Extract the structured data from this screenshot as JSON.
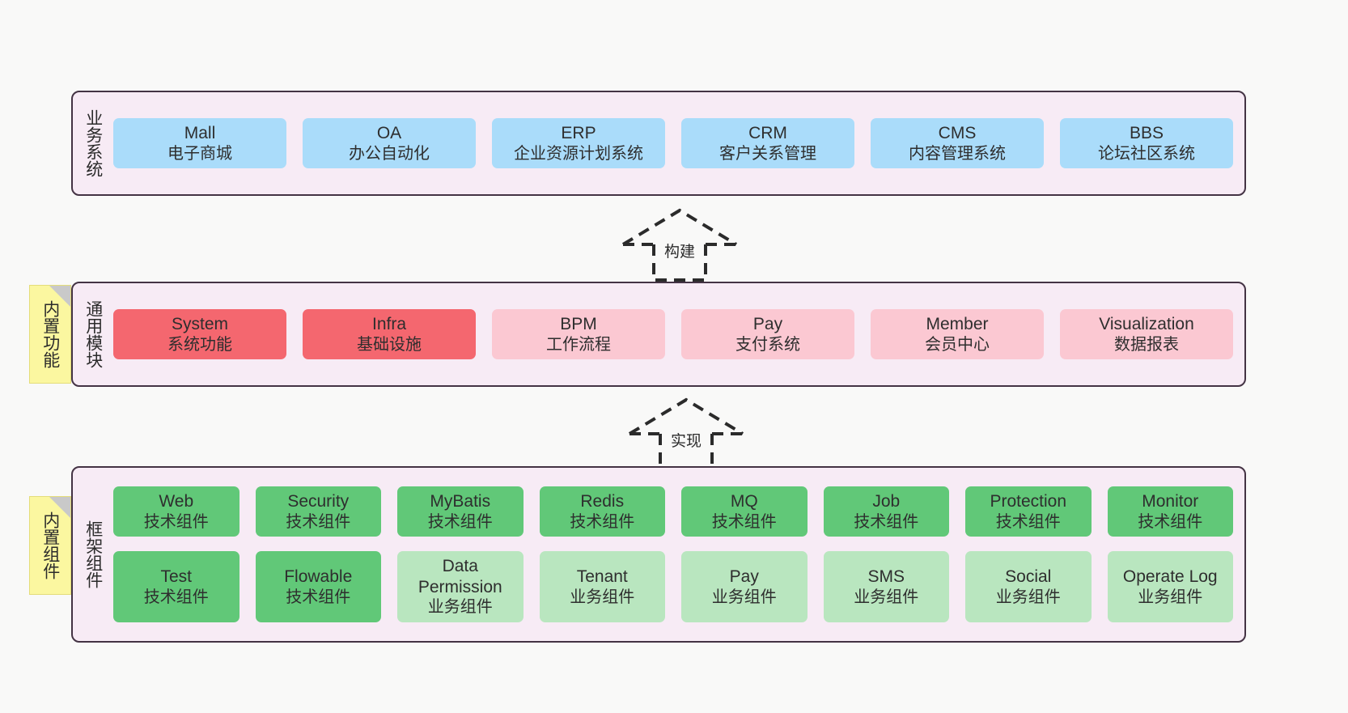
{
  "theme": {
    "background": "#f9f9f8",
    "layer_background": "#f7ebf5",
    "layer_border": "#443344",
    "sticky_background": "#fbf7a0",
    "color_blue": "#aadcfa",
    "color_red": "#f4676f",
    "color_pink": "#fbc8d2",
    "color_green": "#61c878",
    "color_light_green": "#b9e6bf"
  },
  "layers": {
    "business": {
      "title": "业务系统",
      "nodes": [
        {
          "title": "Mall",
          "sub": "电子商城"
        },
        {
          "title": "OA",
          "sub": "办公自动化"
        },
        {
          "title": "ERP",
          "sub": "企业资源计划系统"
        },
        {
          "title": "CRM",
          "sub": "客户关系管理"
        },
        {
          "title": "CMS",
          "sub": "内容管理系统"
        },
        {
          "title": "BBS",
          "sub": "论坛社区系统"
        }
      ]
    },
    "common": {
      "title": "通用模块",
      "sticky": "内置功能",
      "nodes": [
        {
          "title": "System",
          "sub": "系统功能"
        },
        {
          "title": "Infra",
          "sub": "基础设施"
        },
        {
          "title": "BPM",
          "sub": "工作流程"
        },
        {
          "title": "Pay",
          "sub": "支付系统"
        },
        {
          "title": "Member",
          "sub": "会员中心"
        },
        {
          "title": "Visualization",
          "sub": "数据报表"
        }
      ]
    },
    "framework": {
      "title": "框架组件",
      "sticky": "内置组件",
      "row1": [
        {
          "title": "Web",
          "sub": "技术组件"
        },
        {
          "title": "Security",
          "sub": "技术组件"
        },
        {
          "title": "MyBatis",
          "sub": "技术组件"
        },
        {
          "title": "Redis",
          "sub": "技术组件"
        },
        {
          "title": "MQ",
          "sub": "技术组件"
        },
        {
          "title": "Job",
          "sub": "技术组件"
        },
        {
          "title": "Protection",
          "sub": "技术组件"
        },
        {
          "title": "Monitor",
          "sub": "技术组件"
        }
      ],
      "row2": [
        {
          "title": "Test",
          "sub": "技术组件"
        },
        {
          "title": "Flowable",
          "sub": "技术组件"
        },
        {
          "title": "Data\nPermission",
          "sub": "业务组件"
        },
        {
          "title": "Tenant",
          "sub": "业务组件"
        },
        {
          "title": "Pay",
          "sub": "业务组件"
        },
        {
          "title": "SMS",
          "sub": "业务组件"
        },
        {
          "title": "Social",
          "sub": "业务组件"
        },
        {
          "title": "Operate Log",
          "sub": "业务组件"
        }
      ]
    }
  },
  "connectors": {
    "build": "构建",
    "implement": "实现"
  }
}
